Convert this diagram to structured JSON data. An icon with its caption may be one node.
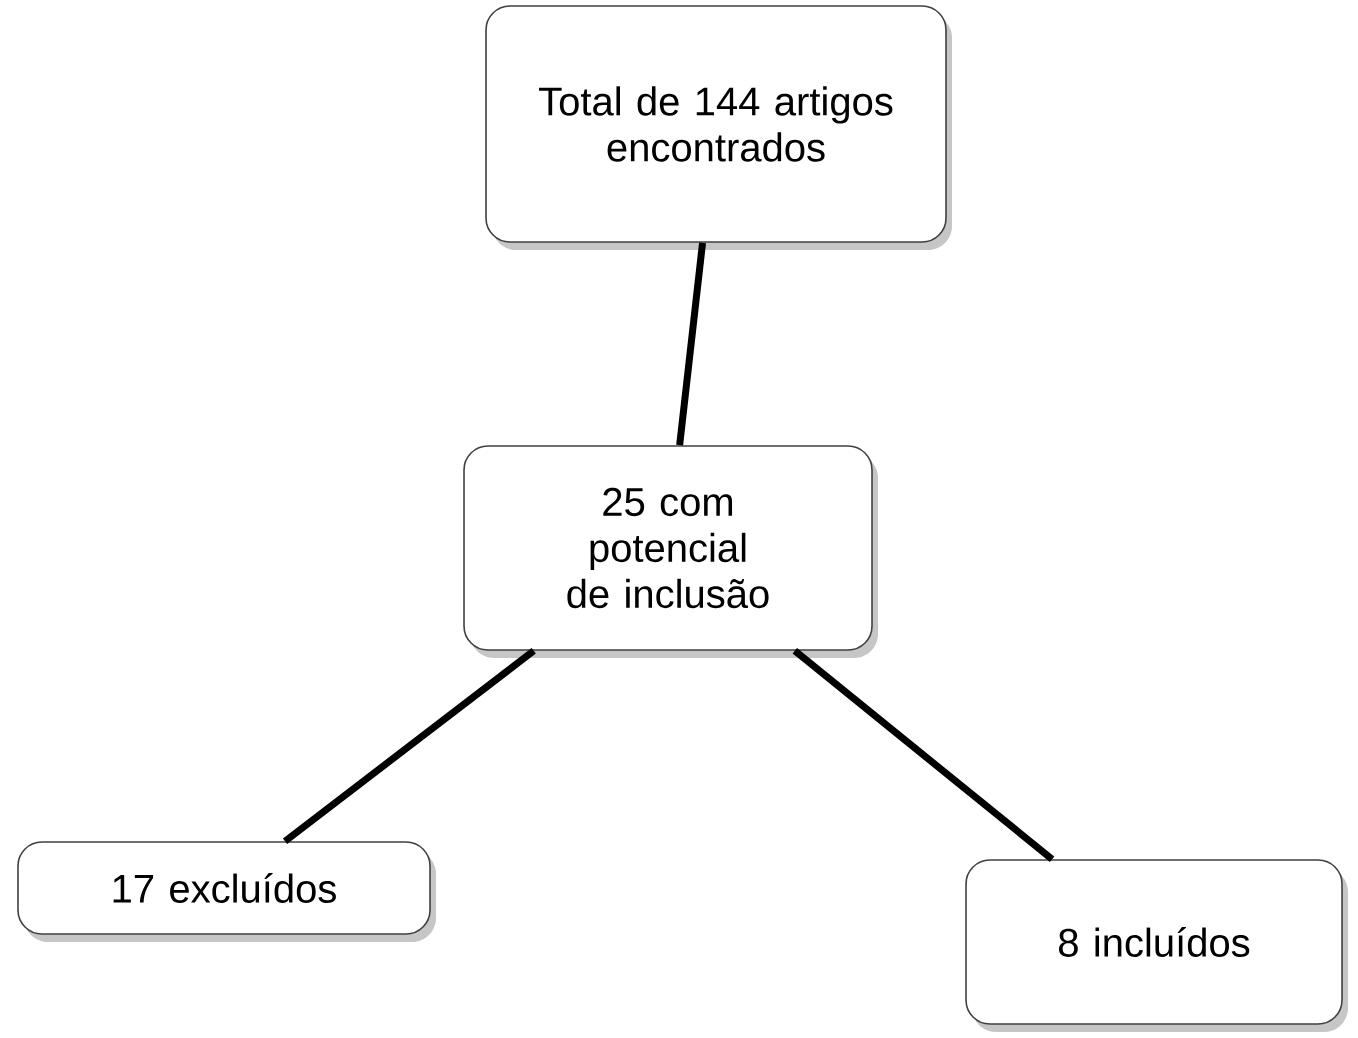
{
  "diagram": {
    "nodes": [
      {
        "text": [
          "Total de 144 artigos encontrados"
        ]
      },
      {
        "text": [
          "25 com potencial de inclusão"
        ]
      },
      {
        "text": [
          "17 excluídos"
        ]
      },
      {
        "text": [
          "8 incluídos"
        ]
      }
    ],
    "edges": [
      {
        "from": 0,
        "to": 1,
        "arrow": "none"
      },
      {
        "from": 1,
        "to": 2,
        "arrow": "none"
      },
      {
        "from": 1,
        "to": 3,
        "arrow": "none"
      }
    ]
  }
}
